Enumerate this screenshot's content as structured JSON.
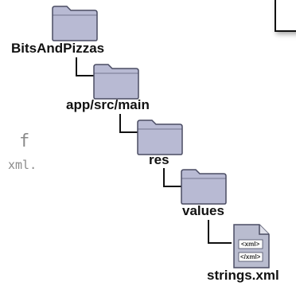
{
  "tree": {
    "root": {
      "label": "BitsAndPizzas"
    },
    "level1": {
      "label": "app/src/main"
    },
    "level2": {
      "label": "res"
    },
    "level3": {
      "label": "values"
    },
    "file": {
      "label": "strings.xml",
      "open_tag": "<xml>",
      "close_tag": "</xml>"
    }
  },
  "annotation": {
    "line1": "f",
    "line2": "xml."
  },
  "colors": {
    "folder_fill": "#b8bad3",
    "folder_stroke": "#4a4c63",
    "file_fill": "#b9bccf",
    "line": "#111111"
  }
}
